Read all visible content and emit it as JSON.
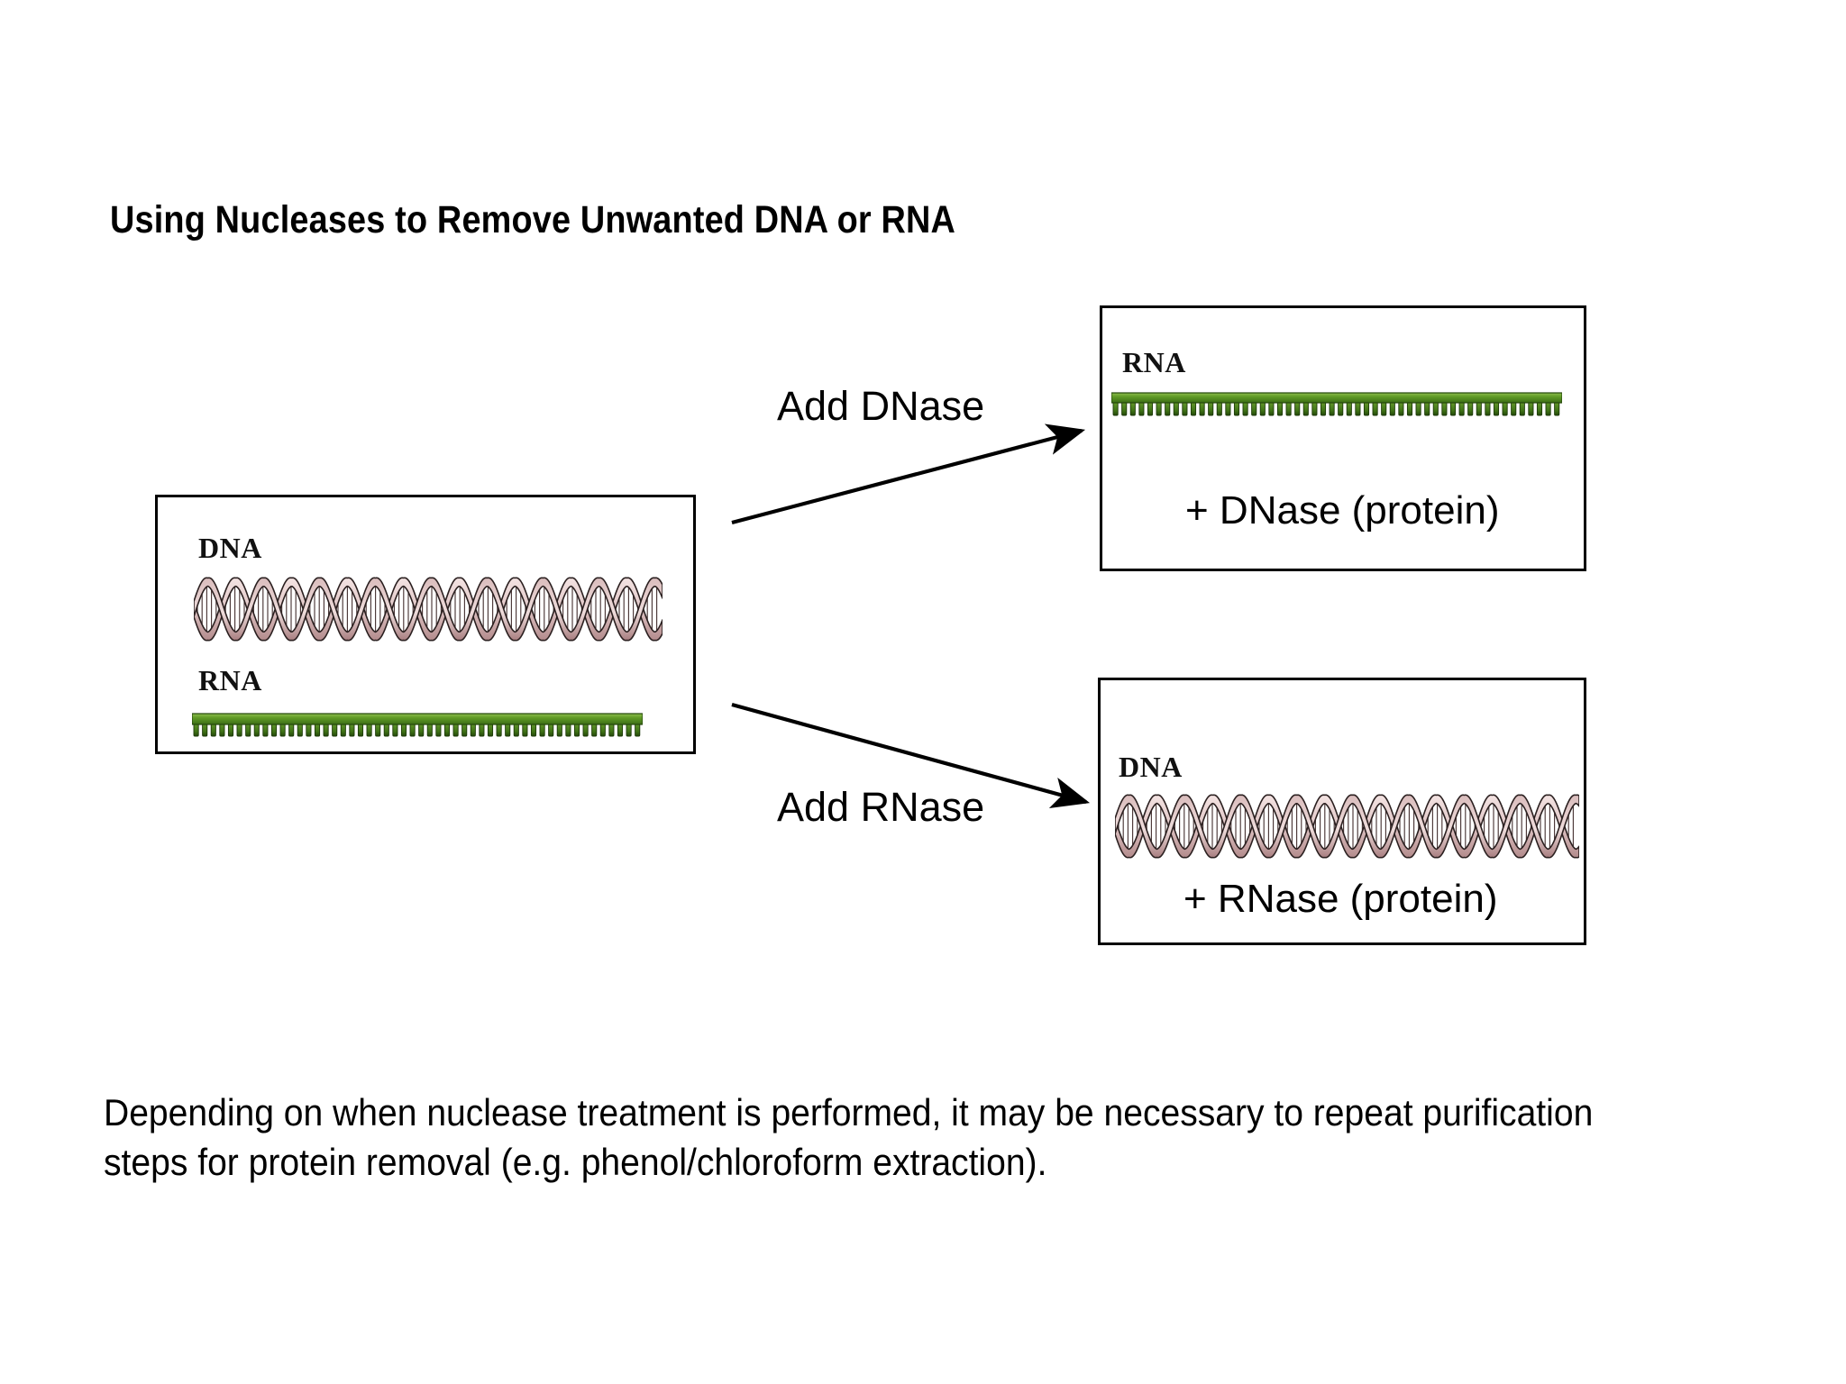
{
  "slide": {
    "title": "Using Nucleases to Remove Unwanted DNA or RNA",
    "body_text": "Depending on when nuclease treatment is performed, it may be necessary to repeat purification steps for protein removal (e.g. phenol/chloroform extraction)."
  },
  "colors": {
    "background": "#ffffff",
    "text": "#000000",
    "box_border": "#000000",
    "dna_fill": "#e8d3d3",
    "dna_shade": "#b98f90",
    "dna_outline": "#2b2020",
    "rna_green_light": "#7fb23a",
    "rna_green": "#4f8a1e",
    "rna_green_dark": "#2d5411"
  },
  "source_panel": {
    "dna_label": "DNA",
    "rna_label": "RNA"
  },
  "dnase_panel": {
    "molecule_label": "RNA",
    "caption": "+ DNase (protein)"
  },
  "rnase_panel": {
    "molecule_label": "DNA",
    "caption": "+ RNase (protein)"
  },
  "arrows": [
    {
      "label": "Add DNase",
      "direction": "up-right"
    },
    {
      "label": "Add RNase",
      "direction": "down-right"
    }
  ]
}
